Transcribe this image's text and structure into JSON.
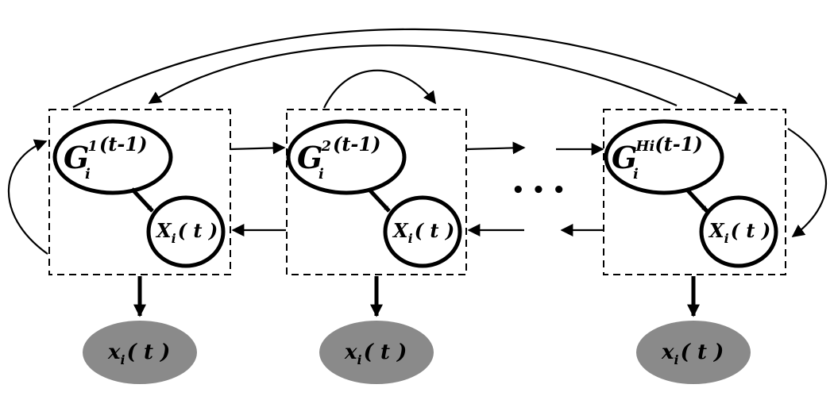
{
  "diagram": {
    "states": [
      {
        "id": "g1",
        "symbol": "G",
        "subscript": "i",
        "superscript": "1",
        "argument": "(t-1)"
      },
      {
        "id": "g2",
        "symbol": "G",
        "subscript": "i",
        "superscript": "2",
        "argument": "(t-1)"
      },
      {
        "id": "gH",
        "symbol": "G",
        "subscript": "i",
        "superscript": "Hi",
        "argument": "(t-1)"
      }
    ],
    "hidden_outputs": [
      {
        "symbol": "X",
        "subscript": "i",
        "argument": "( t )"
      },
      {
        "symbol": "X",
        "subscript": "i",
        "argument": "( t )"
      },
      {
        "symbol": "X",
        "subscript": "i",
        "argument": "( t )"
      }
    ],
    "observations": [
      {
        "symbol": "x",
        "subscript": "i",
        "argument": "( t )"
      },
      {
        "symbol": "x",
        "subscript": "i",
        "argument": "( t )"
      },
      {
        "symbol": "x",
        "subscript": "i",
        "argument": "( t )"
      }
    ],
    "ellipsis": "• • •",
    "colors": {
      "stroke": "#000000",
      "observation_fill": "#8a8a8a",
      "background": "#ffffff"
    }
  }
}
